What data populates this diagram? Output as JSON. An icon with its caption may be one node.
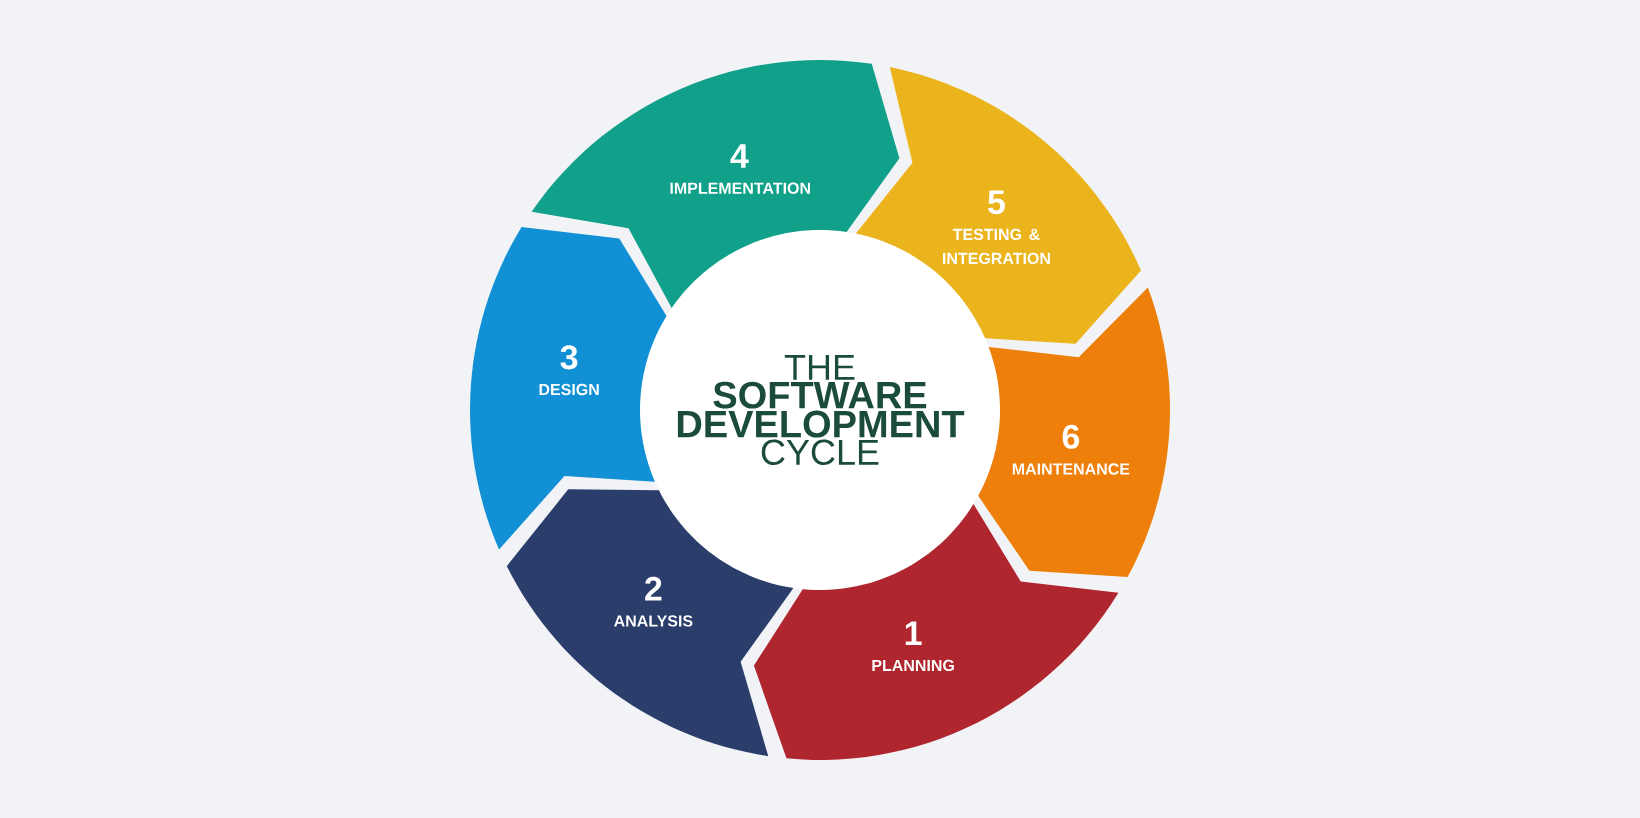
{
  "diagram": {
    "nodes": [
      {
        "text": [
          "THE",
          "SOFTWARE DEVELOPMENT",
          "CYCLE"
        ]
      },
      {
        "text": [
          "1",
          "PLANNING"
        ]
      },
      {
        "text": [
          "2",
          "ANALYSIS"
        ]
      },
      {
        "text": [
          "3",
          "DESIGN"
        ]
      },
      {
        "text": [
          "4",
          "IMPLEMENTATION"
        ]
      },
      {
        "text": [
          "5",
          "TESTING & INTEGRATION"
        ]
      },
      {
        "text": [
          "6",
          "MAINTENANCE"
        ]
      }
    ]
  }
}
